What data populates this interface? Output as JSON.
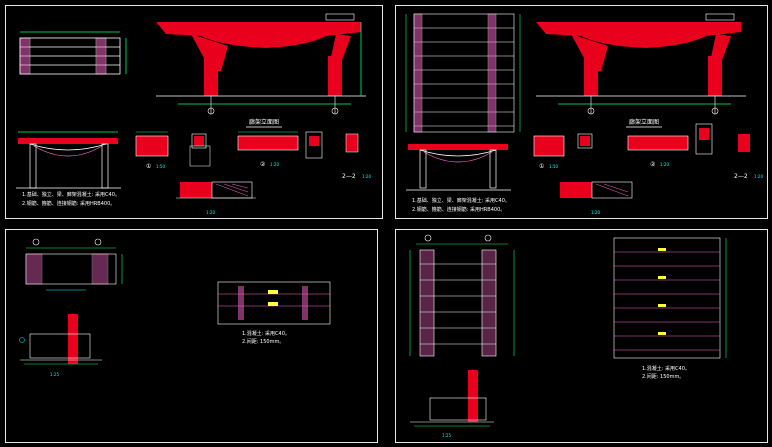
{
  "sheets": [
    {
      "id": "sheet-1",
      "elevation_title": "廊架立面图",
      "section_labels": [
        "①",
        "②",
        "2—2"
      ],
      "scales": [
        "1:50",
        "1:20",
        "1:20",
        "1:20"
      ],
      "notes": [
        "1.基础、独立、梁、廊架混凝土: 采用C40。",
        "2.钢筋、箍筋、连接钢筋: 采用HRB400。"
      ]
    },
    {
      "id": "sheet-2",
      "elevation_title": "廊架立面图",
      "section_labels": [
        "①",
        "②",
        "2—2"
      ],
      "scales": [
        "1:50",
        "1:20",
        "1:20",
        "1:20"
      ],
      "notes": [
        "1.基础、独立、梁、廊架混凝土: 采用C40。",
        "2.钢筋、箍筋、连接钢筋: 采用HRB400。"
      ]
    },
    {
      "id": "sheet-3",
      "scales": [
        "1:25"
      ],
      "notes": [
        "1.混凝土: 采用C40。",
        "2.间距: 150mm。"
      ]
    },
    {
      "id": "sheet-4",
      "scales": [
        "1:25"
      ],
      "notes": [
        "1.混凝土: 采用C40。",
        "2.间距: 150mm。"
      ]
    }
  ],
  "colors": {
    "concrete": "#e8001c",
    "dimension": "#00ff66",
    "line": "#ffffff",
    "hatch": "#ff66cc",
    "accent": "#ffff40",
    "axis": "#00ffff"
  }
}
